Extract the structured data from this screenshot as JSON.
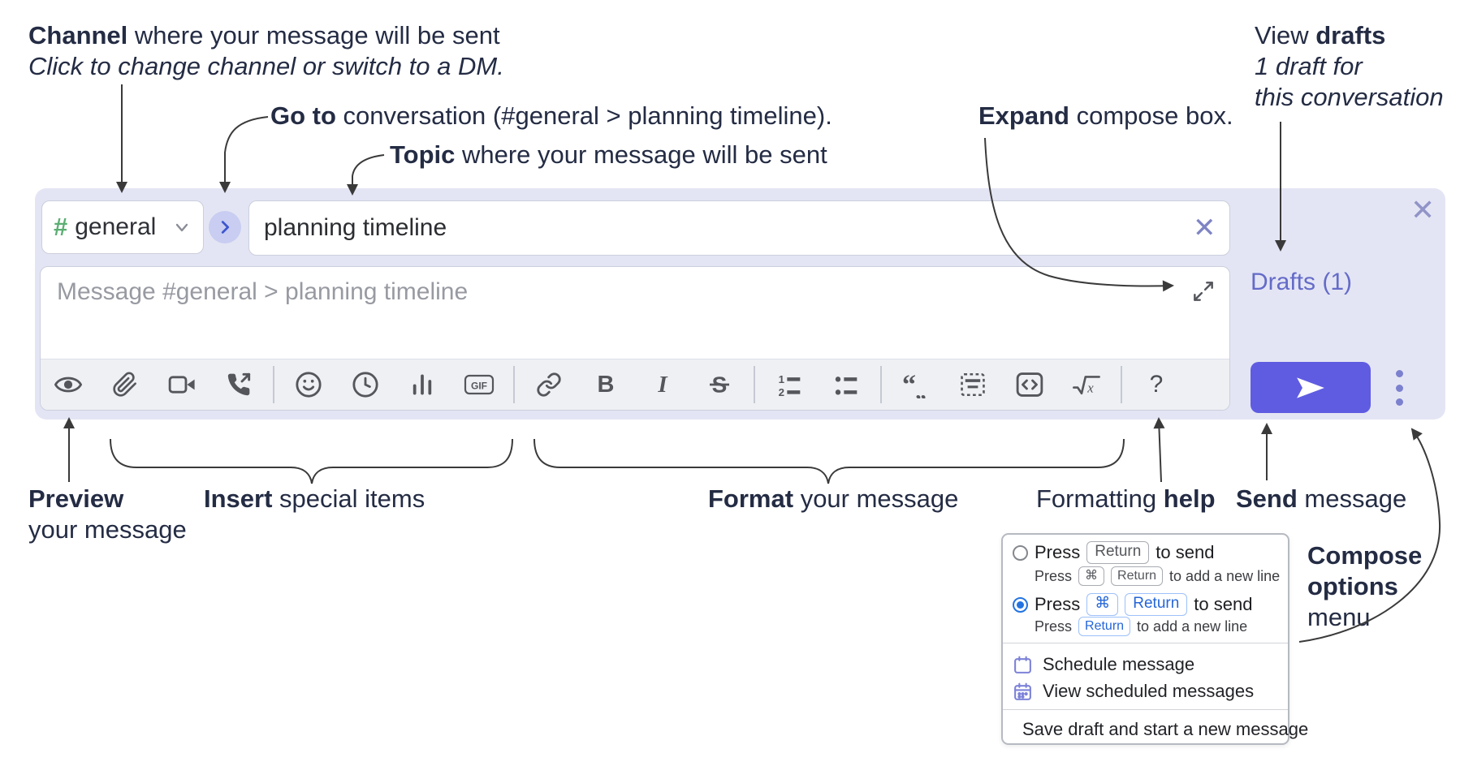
{
  "annotations": {
    "channel": {
      "bold": "Channel",
      "rest": " where your message will be sent",
      "line2": "Click to change channel or switch to a DM."
    },
    "goto": {
      "bold": "Go to",
      "rest": " conversation (#general > planning timeline)."
    },
    "topic": {
      "bold": "Topic",
      "rest": " where your message will be sent"
    },
    "expand": {
      "bold": "Expand",
      "rest": " compose box."
    },
    "view_drafts": {
      "pre": "View ",
      "bold": "drafts",
      "line2": "1 draft for",
      "line3": "this conversation"
    },
    "preview": {
      "bold": "Preview",
      "line2": "your message"
    },
    "insert": {
      "bold": "Insert",
      "rest": " special items"
    },
    "format": {
      "bold": "Format",
      "rest": " your message"
    },
    "help": {
      "pre": "Formatting ",
      "bold": "help"
    },
    "send": {
      "bold": "Send",
      "rest": " message"
    },
    "compose_options": {
      "line1": "Compose",
      "line2": "options",
      "line3": "menu"
    }
  },
  "compose": {
    "channel_selector": {
      "hash": "#",
      "label": "general"
    },
    "topic_input": {
      "value": "planning timeline",
      "clear": "✕"
    },
    "message_input": {
      "placeholder": "Message #general > planning timeline"
    },
    "drafts_link": "Drafts (1)",
    "close": "✕",
    "gif_label": "GIF",
    "bold_label": "B",
    "italic_label": "I",
    "strike_label": "S",
    "help_label": "?",
    "toolbar_icons": [
      "preview-eye",
      "attach-file",
      "video-call",
      "audio-call",
      "emoji",
      "time",
      "poll",
      "gif",
      "link",
      "bold",
      "italic",
      "strikethrough",
      "numbered-list",
      "bulleted-list",
      "quote",
      "spoiler",
      "code",
      "math",
      "help"
    ]
  },
  "popup": {
    "option1": {
      "press": "Press",
      "key1": "Return",
      "after": "to send",
      "sub": {
        "press": "Press",
        "key1": "⌘",
        "key2": "Return",
        "after": "to add a new line"
      }
    },
    "option2": {
      "press": "Press",
      "key1": "⌘",
      "key2": "Return",
      "after": "to send",
      "sub": {
        "press": "Press",
        "key1": "Return",
        "after": "to add a new line"
      }
    },
    "menu_items": [
      "Schedule message",
      "View scheduled messages",
      "Save draft and start a new message"
    ],
    "menu_icons": [
      "schedule-calendar-icon",
      "view-scheduled-calendar-icon",
      "save-draft-file-icon"
    ]
  },
  "colors": {
    "compose_bg": "#e4e5f4",
    "accent_send": "#5f5ce2",
    "drafts_link": "#646bc8",
    "hash_green": "#5aae72",
    "go_chevron": "#3d55cf",
    "radio_selected": "#2374e1",
    "key_blue": "#2566d8",
    "popup_icon_purple": "#7d82d8",
    "annotation_text": "#242c44",
    "toolbar_icon": "#54565c"
  }
}
